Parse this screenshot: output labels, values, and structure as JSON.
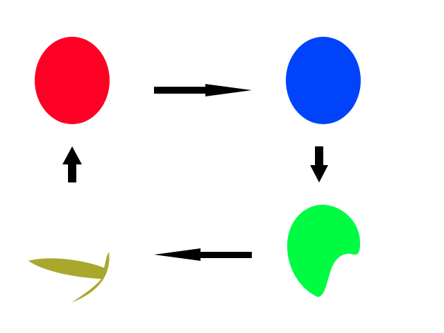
{
  "diagram": {
    "background": "#ffffff",
    "shapes": [
      {
        "id": "red-oval",
        "color": "#ff0025"
      },
      {
        "id": "blue-oval",
        "color": "#0043fb"
      },
      {
        "id": "green-blob",
        "color": "#00fb43"
      },
      {
        "id": "olive-crescent",
        "color": "#aaa82c"
      }
    ],
    "arrows": [
      {
        "id": "right",
        "from": "red-oval",
        "to": "blue-oval",
        "color": "#000000"
      },
      {
        "id": "down",
        "from": "blue-oval",
        "to": "green-blob",
        "color": "#000000"
      },
      {
        "id": "left",
        "from": "green-blob",
        "to": "olive-crescent",
        "color": "#000000"
      },
      {
        "id": "up",
        "from": "olive-crescent",
        "to": "red-oval",
        "color": "#000000"
      }
    ]
  }
}
